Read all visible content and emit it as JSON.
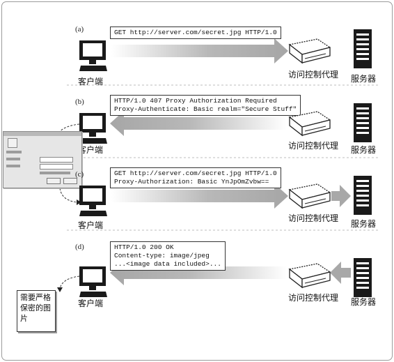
{
  "labels": {
    "client": "客户端",
    "proxy": "访问控制代理",
    "server": "服务器"
  },
  "panels": [
    {
      "letter": "(a)",
      "message_lines": [
        "GET http://server.com/secret.jpg HTTP/1.0"
      ],
      "direction": "client-to-proxy"
    },
    {
      "letter": "(b)",
      "message_lines": [
        "HTTP/1.0 407 Proxy Authorization Required",
        "Proxy-Authenticate: Basic realm=\"Secure Stuff\""
      ],
      "direction": "proxy-to-client"
    },
    {
      "letter": "(c)",
      "message_lines": [
        "GET http://server.com/secret.jpg HTTP/1.0",
        "Proxy-Authorization: Basic YnJpOmZvbw=="
      ],
      "direction": "client-to-proxy-to-server"
    },
    {
      "letter": "(d)",
      "message_lines": [
        "HTTP/1.0 200 OK",
        "Content-type: image/jpeg",
        "...<image data included>..."
      ],
      "direction": "server-to-proxy-to-client"
    }
  ],
  "note": {
    "lines": [
      "需要严格",
      "保密的图",
      "片"
    ]
  },
  "colors": {
    "arrow_light": "#ffffff",
    "arrow_dark": "#aaaaaa",
    "icon_dark": "#1a1a1a",
    "divider": "#b8b8b8"
  }
}
